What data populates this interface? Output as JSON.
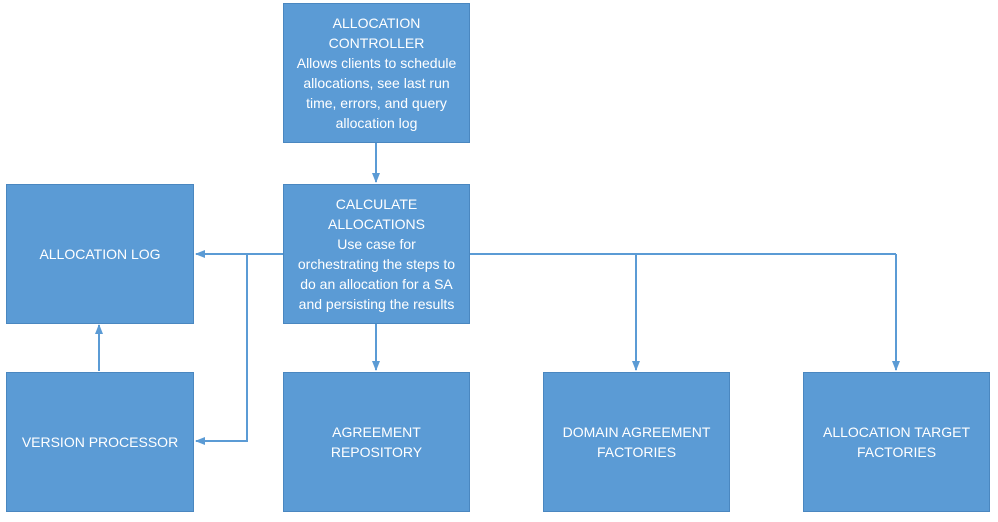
{
  "nodes": {
    "allocation_controller": {
      "title_lines": [
        "ALLOCATION",
        "CONTROLLER"
      ],
      "desc_lines": [
        "Allows clients to schedule",
        "allocations, see last run",
        "time, errors, and query",
        "allocation log"
      ]
    },
    "calculate_allocations": {
      "title_lines": [
        "CALCULATE",
        "ALLOCATIONS"
      ],
      "desc_lines": [
        "Use case for",
        "orchestrating the steps to",
        "do an allocation for a SA",
        "and persisting the results"
      ]
    },
    "allocation_log": {
      "lines": [
        "ALLOCATION LOG"
      ]
    },
    "version_processor": {
      "lines": [
        "VERSION PROCESSOR"
      ]
    },
    "agreement_repository": {
      "lines": [
        "AGREEMENT REPOSITORY"
      ]
    },
    "domain_agreement_factories": {
      "lines": [
        "DOMAIN AGREEMENT",
        "FACTORIES"
      ]
    },
    "allocation_target_factories": {
      "lines": [
        "ALLOCATION TARGET",
        "FACTORIES"
      ]
    }
  },
  "colors": {
    "box_fill": "#5b9bd5",
    "box_border": "#4a87c0",
    "connector": "#5b9bd5",
    "text": "#ffffff"
  }
}
